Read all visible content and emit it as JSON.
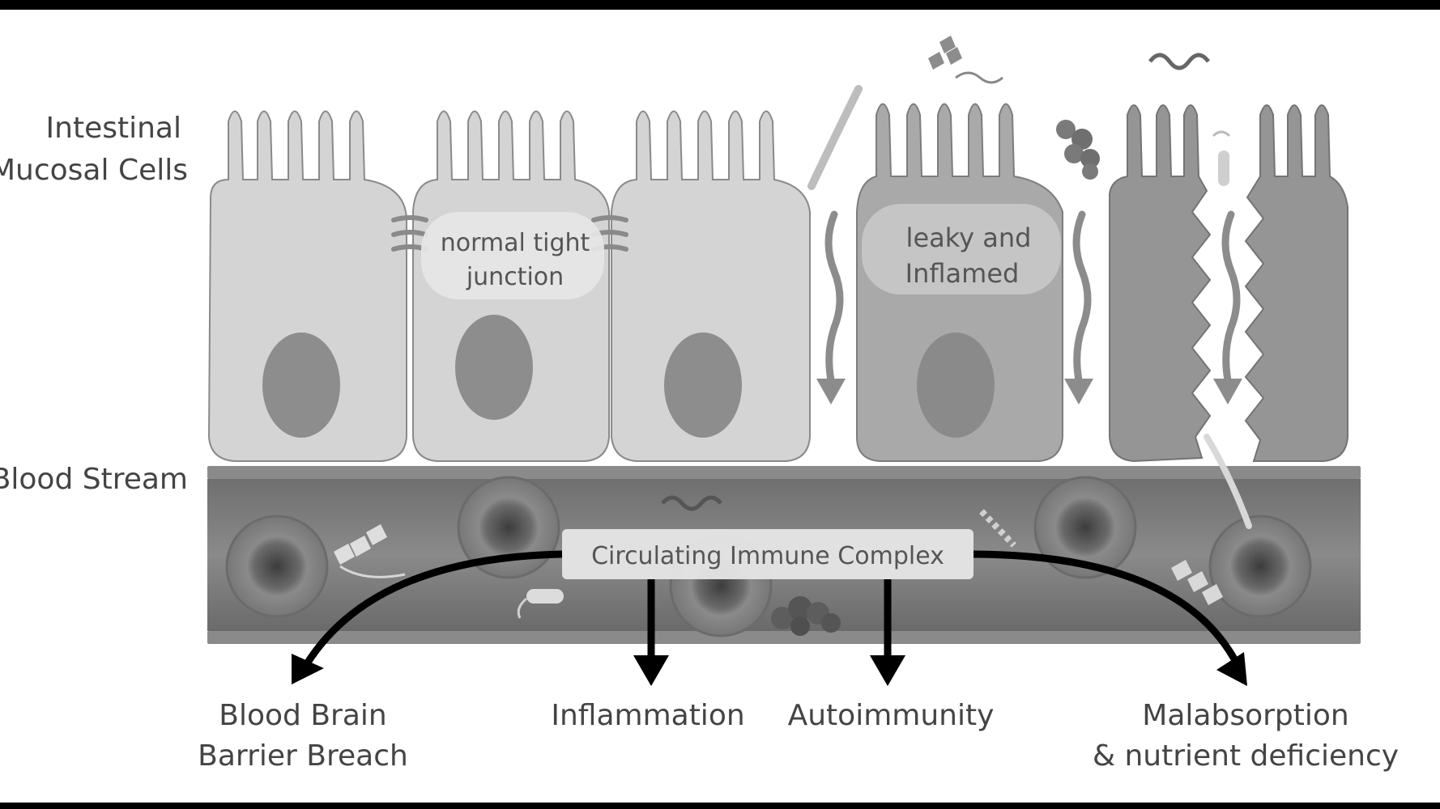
{
  "labels": {
    "intestinal_line1": "Intestinal",
    "intestinal_line2": "Mucosal Cells",
    "blood_stream": "Blood Stream",
    "tight_junction_line1": "normal tight",
    "tight_junction_line2": "junction",
    "leaky_line1": "leaky and",
    "leaky_line2": "Inflamed",
    "immune_complex": "Circulating Immune Complex",
    "bbb_line1": "Blood Brain",
    "bbb_line2": "Barrier Breach",
    "inflammation": "Inflammation",
    "autoimmunity": "Autoimmunity",
    "malabsorption_line1": "Malabsorption",
    "malabsorption_line2": "& nutrient deficiency"
  },
  "colors": {
    "background": "#ffffff",
    "frame": "#000000",
    "healthy_cell": "#d4d4d4",
    "inflamed_cell": "#a9a9a9",
    "damaged_cell": "#959595",
    "nucleus": "#8d8d8d",
    "vessel": "#7a7a7a",
    "arrow": "#000000",
    "label_box": "#e6e6e6"
  }
}
